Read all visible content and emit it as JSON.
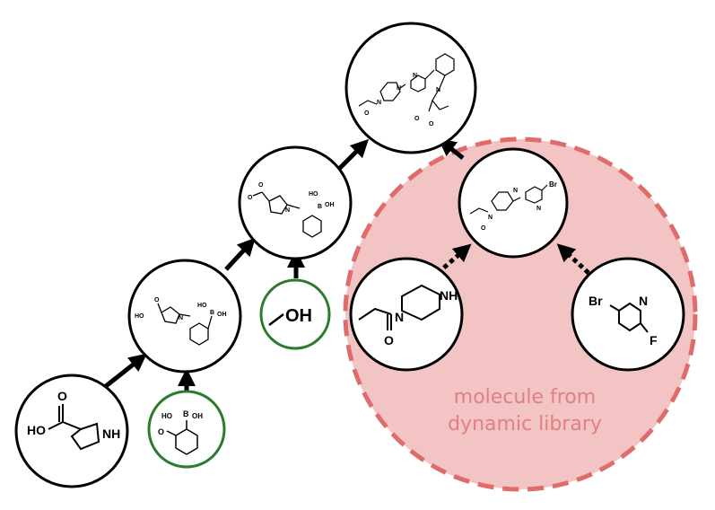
{
  "library_label": {
    "line1": "molecule from",
    "line2": "dynamic library"
  },
  "colors": {
    "library_fill": "#f2c4c4",
    "library_border": "#e06b6b",
    "building_block_border": "#2d7a2d",
    "node_border": "#000000",
    "caption_text": "#e08080"
  },
  "atoms": {
    "OH": "OH",
    "HO": "HO",
    "NH": "NH",
    "N": "N",
    "O": "O",
    "B": "B",
    "Br": "Br",
    "F": "F"
  }
}
